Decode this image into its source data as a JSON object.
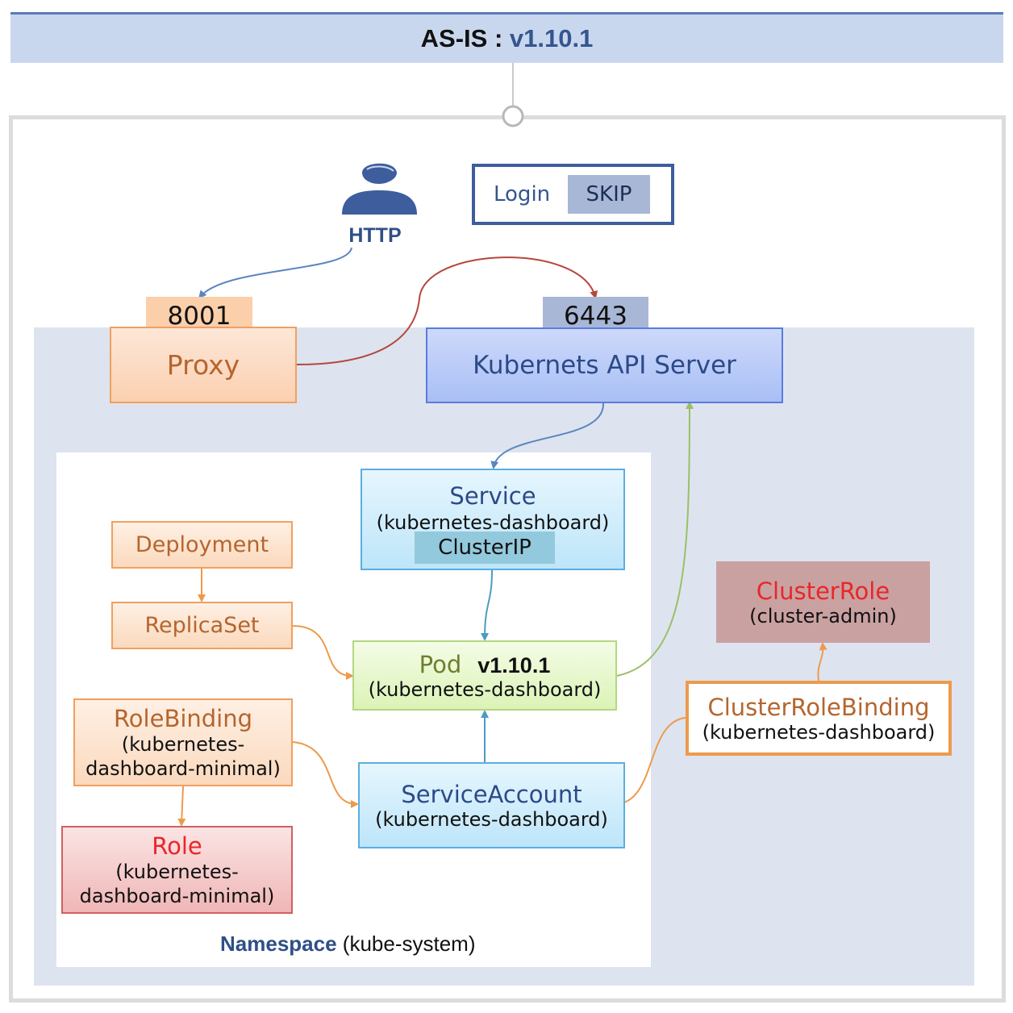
{
  "header": {
    "title_prefix": "AS-IS : ",
    "version": "v1.10.1"
  },
  "login": {
    "label": "Login",
    "skip": "SKIP"
  },
  "client": {
    "label": "HTTP"
  },
  "ports": {
    "proxy": "8001",
    "api": "6443"
  },
  "nodes": {
    "proxy": "Proxy",
    "api_server": "Kubernets API Server",
    "deployment": "Deployment",
    "replicaset": "ReplicaSet",
    "rolebinding": {
      "name": "RoleBinding",
      "line1": "(kubernetes-",
      "line2": "dashboard-minimal)"
    },
    "role": {
      "name": "Role",
      "line1": "(kubernetes-",
      "line2": "dashboard-minimal)"
    },
    "service": {
      "name": "Service",
      "sub": "(kubernetes-dashboard)",
      "type": "ClusterIP"
    },
    "pod": {
      "name": "Pod",
      "version": "v1.10.1",
      "sub": "(kubernetes-dashboard)"
    },
    "serviceaccount": {
      "name": "ServiceAccount",
      "sub": "(kubernetes-dashboard)"
    },
    "clusterrolebinding": {
      "name": "ClusterRoleBinding",
      "sub": "(kubernetes-dashboard)"
    },
    "clusterrole": {
      "name": "ClusterRole",
      "sub": "(cluster-admin)"
    }
  },
  "namespace": {
    "keyword": "Namespace",
    "name": "(kube-system)"
  },
  "colors": {
    "header_bg": "#c9d7ee",
    "accent_blue": "#34558f",
    "orange": "#ed9a4c",
    "red_text": "#e8272a"
  }
}
